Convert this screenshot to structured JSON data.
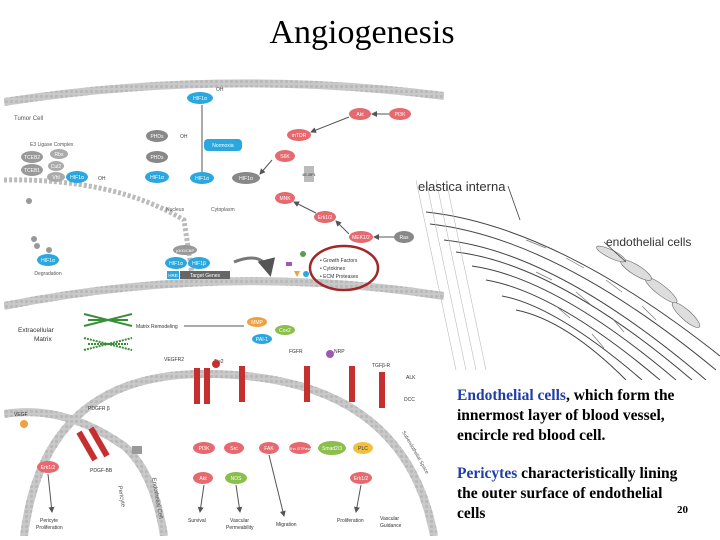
{
  "slide": {
    "title": "Angiogenesis",
    "page_number": "20"
  },
  "vessel_labels": {
    "elastica": "elastica interna",
    "endothelial": "endothelial cells"
  },
  "captions": {
    "endothelial": {
      "term": "Endothelial cells",
      "rest": ", which form the innermost layer of blood vessel, encircle red blood cell."
    },
    "pericytes": {
      "term": "Pericytes",
      "rest": " characteristically lining the outer surface of endothelial cells"
    }
  },
  "pathway": {
    "tumor_cell": "Tumor Cell",
    "e3_complex": "E3 Ligase Complex",
    "tceb": "TCEB2",
    "tceb1": "TCEB1",
    "rbx": "Rbx",
    "cul": "Cul2",
    "vhl": "Vhl",
    "oh": "OH",
    "ub": "Ub",
    "hif1a": "HIF1α",
    "hif1b": "HIF1β",
    "phd": "PHDs",
    "normoxia": "Normoxia",
    "mtor": "mTOR",
    "akt": "Akt",
    "pi3k": "PI3K",
    "s6k": "S6K",
    "4ebp1": "4E-BP1",
    "mnk": "MNK",
    "erk": "Erk1/2",
    "mek": "MEK1/2",
    "ras": "Ras",
    "nucleus": "Nucleus",
    "cytoplasm": "Cytoplasm",
    "p300": "p300/CBP",
    "hre": "HRE",
    "target_genes": "Target Genes",
    "degradation": "Degradation",
    "growth_factors": "• Growth Factors",
    "cytokines": "• Cytokines",
    "ecm": "• ECM Proteases",
    "ecm_label_1": "Extracellular",
    "ecm_label_2": "Matrix",
    "matrix_remodeling": "Matrix Remodeling",
    "mmp": "MMP",
    "cox2": "Cox2",
    "pai1": "PAI-1",
    "tie2": "Tie2",
    "vegfr2": "VEGFR2",
    "pdgfrb": "PDGFR β",
    "vegf": "VEGF",
    "fgfr": "FGFR",
    "nrp": "NRP",
    "tgfbr": "TGFβ-R",
    "alk": "ALK",
    "dcc": "DCC",
    "pdgfbb": "PDGF-BB",
    "pi3k2": "PI3K",
    "src": "Src",
    "fak": "FAK",
    "rho": "Rho GTPase",
    "smad": "Smad2/3",
    "plc": "PLC",
    "akt2": "Akt",
    "nos": "NOS",
    "erk2": "Erk1/2",
    "erk3": "Erk1/2",
    "pericyte_prolif_1": "Pericyte",
    "pericyte_prolif_2": "Proliferation",
    "survival": "Survival",
    "vascular_1": "Vascular",
    "vascular_2": "Permeability",
    "migration": "Migration",
    "proliferation": "Proliferation",
    "guidance_1": "Vascular",
    "guidance_2": "Guidance",
    "pericyte": "Pericyte",
    "endothelial_cell": "Endothelial Cell",
    "subendothelial": "Subendothelial Space"
  }
}
